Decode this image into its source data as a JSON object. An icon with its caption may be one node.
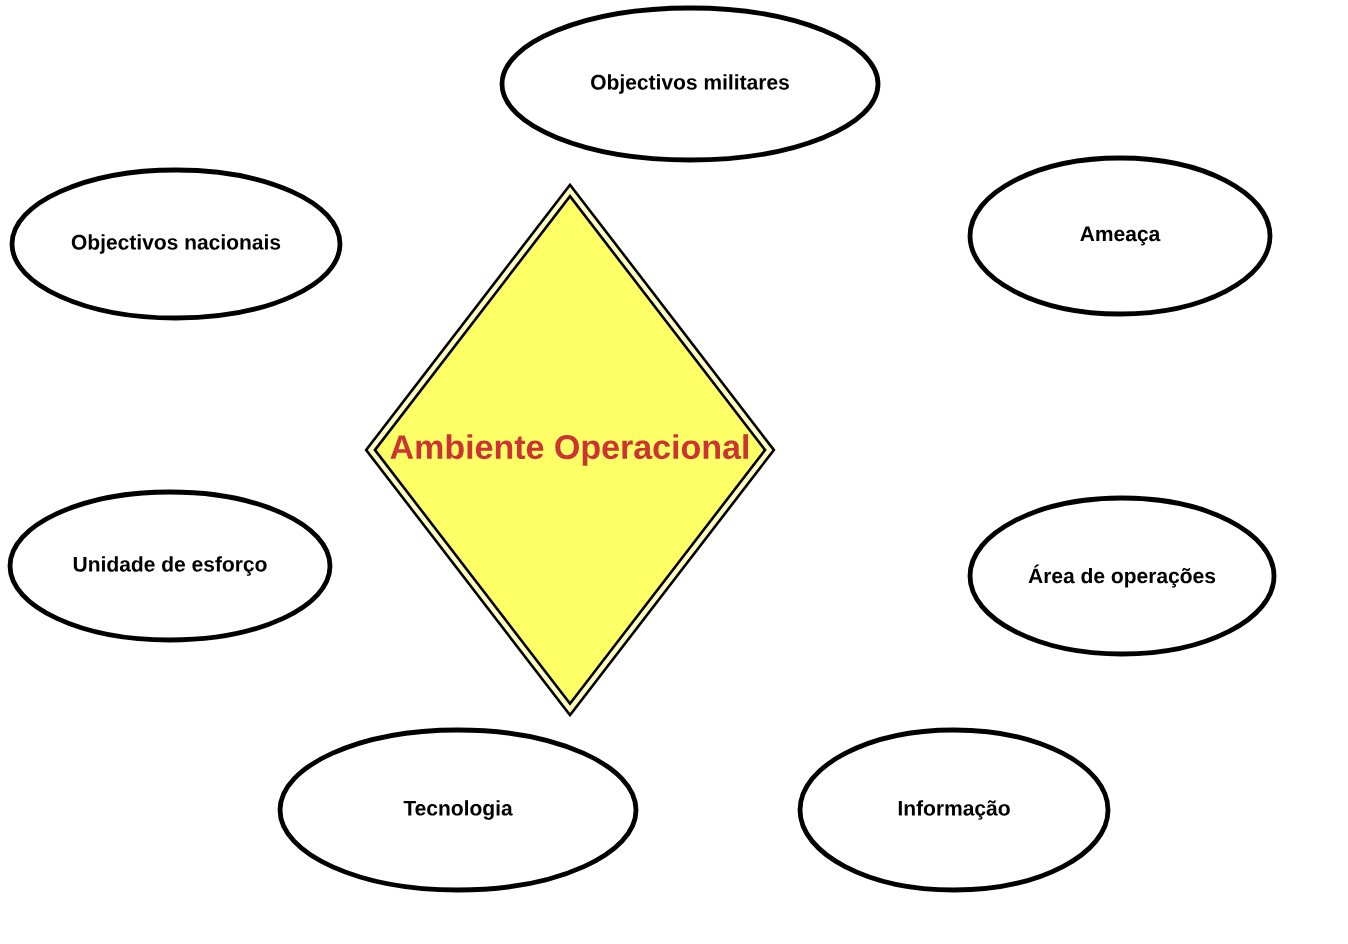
{
  "diagram": {
    "nodes": [
      {
        "text": [
          "Objectivos militares"
        ]
      },
      {
        "text": [
          "Objectivos nacionais"
        ]
      },
      {
        "text": [
          "Ameaça"
        ]
      },
      {
        "text": [
          "Ambiente Operacional"
        ]
      },
      {
        "text": [
          "Unidade de esforço"
        ]
      },
      {
        "text": [
          "Área de operações"
        ]
      },
      {
        "text": [
          "Tecnologia"
        ]
      },
      {
        "text": [
          "Informação"
        ]
      }
    ],
    "edges": []
  }
}
